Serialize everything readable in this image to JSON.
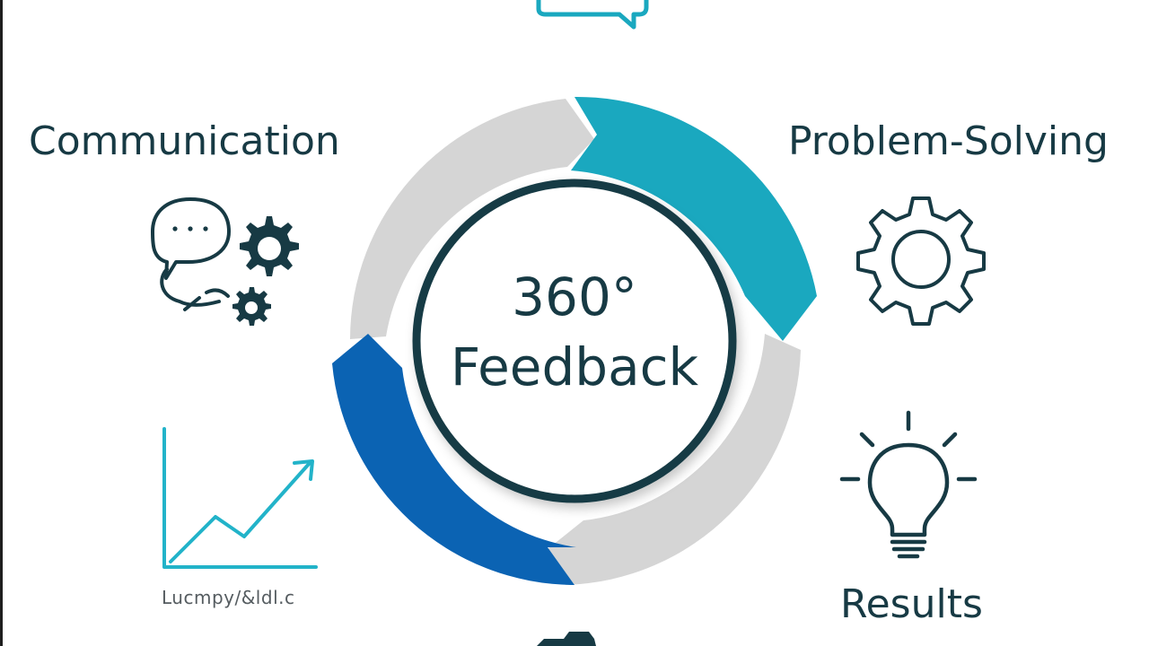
{
  "diagram": {
    "center_title": "360°",
    "center_subtitle": "Feedback",
    "labels": {
      "communication": "Communication",
      "problem_solving": "Problem-Solving",
      "results": "Results"
    },
    "chart_caption": "Lucmpy/&ldl.c"
  },
  "colors": {
    "teal": "#1aa8bf",
    "blue": "#0b63b3",
    "gray": "#d6d6d6",
    "ink": "#173a44",
    "chart_line": "#22b3c9"
  },
  "icons": [
    "chat-bubble-icon",
    "chat-gears-icon",
    "gear-icon",
    "lightbulb-icon",
    "growth-chart-icon",
    "person-icon"
  ]
}
